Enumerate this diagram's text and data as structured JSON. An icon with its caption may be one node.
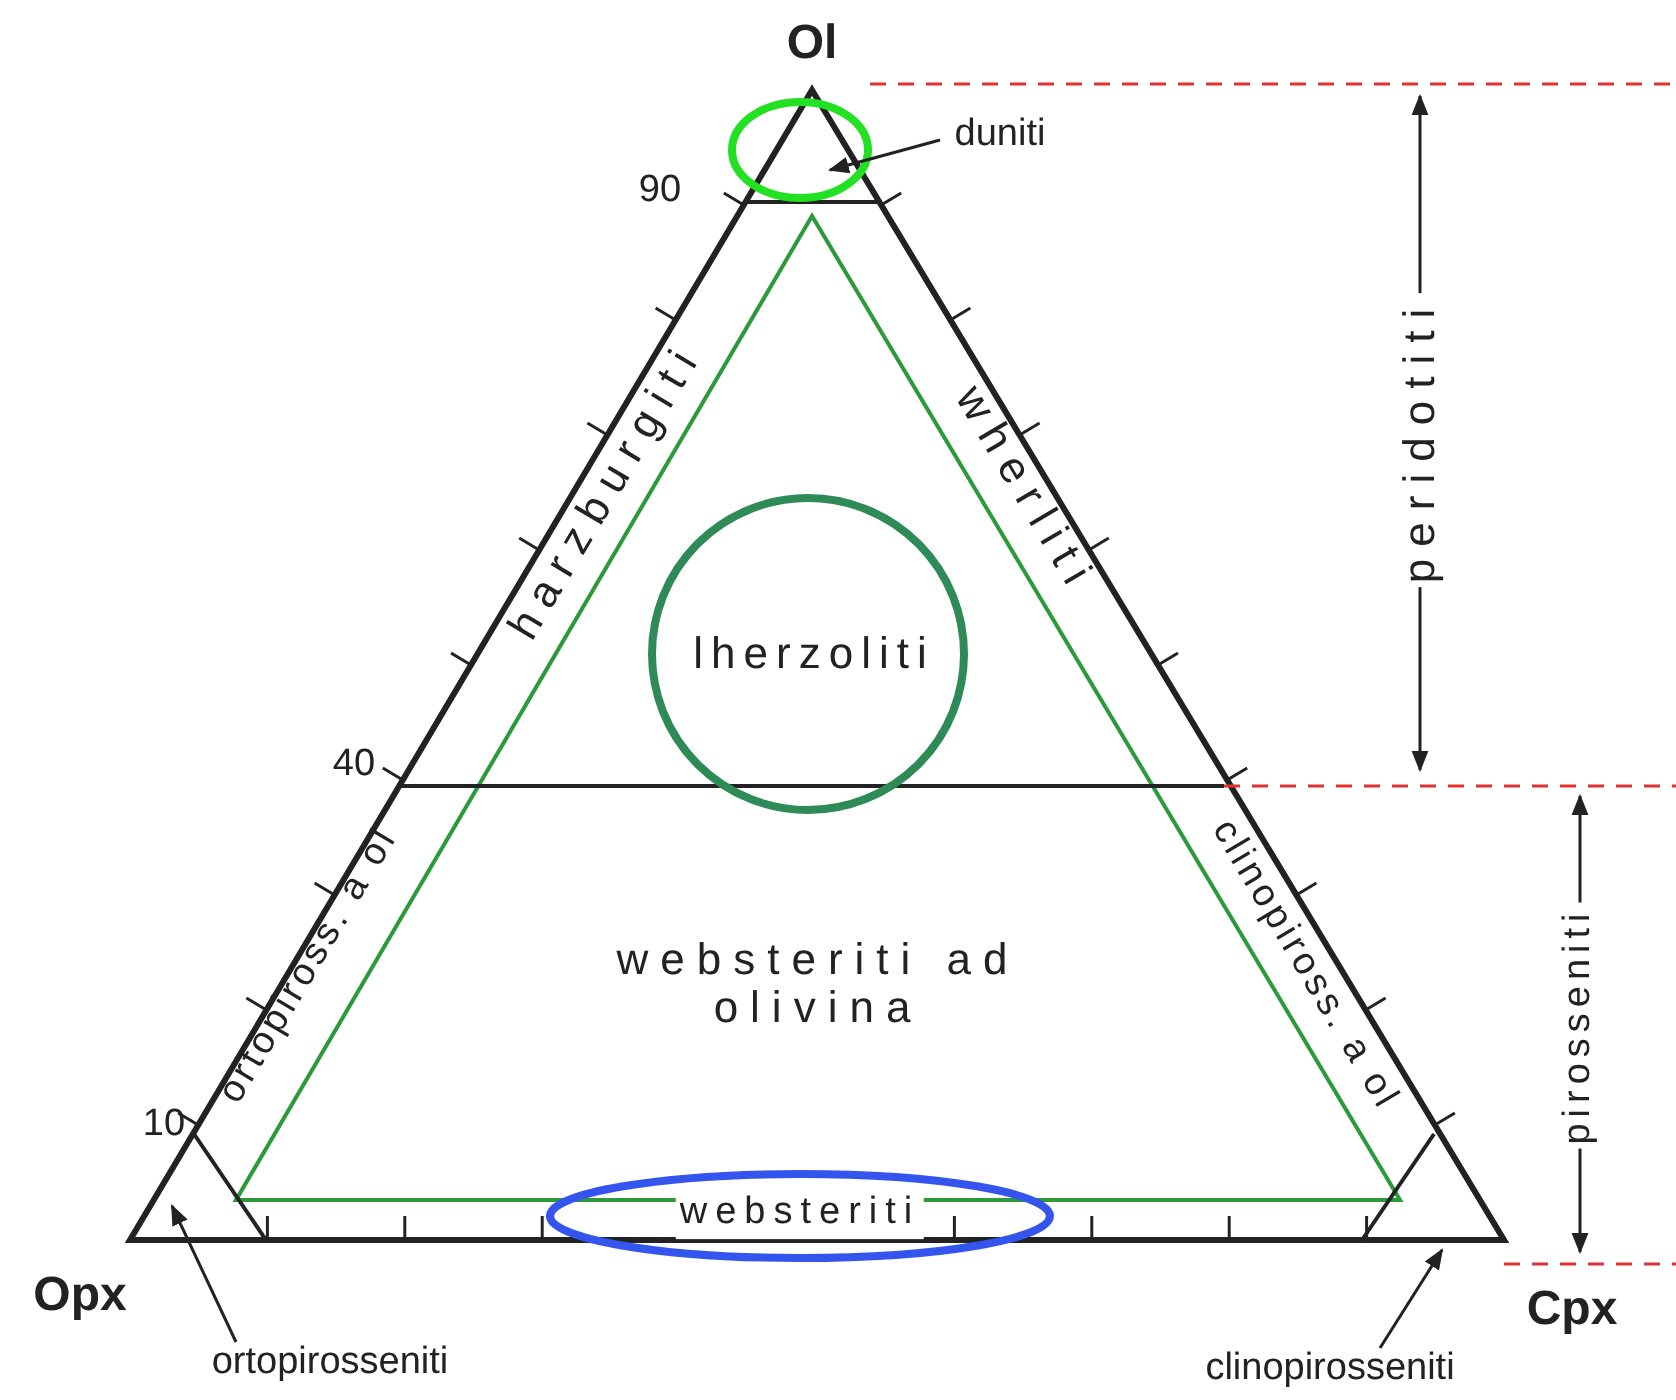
{
  "diagram": {
    "nodes": [
      {
        "text": [
          "duniti"
        ]
      },
      {
        "text": [
          "ortopirosseniti"
        ]
      },
      {
        "text": [
          "clinopirosseniti"
        ]
      }
    ],
    "edges": [
      {
        "from": 0,
        "to": null,
        "arrow": "to"
      },
      {
        "from": 1,
        "to": null,
        "arrow": "to"
      },
      {
        "from": 2,
        "to": null,
        "arrow": "to"
      }
    ],
    "labels": [
      "Ol",
      "90",
      "harzburgiti",
      "wherliti",
      "peridotiti",
      "lherzoliti",
      "40",
      "ortopiross. a ol",
      "clinopiross. a ol",
      "pirosseniti",
      "websteriti ad olivina",
      "10",
      "websteriti",
      "Opx",
      "Cpx"
    ]
  }
}
